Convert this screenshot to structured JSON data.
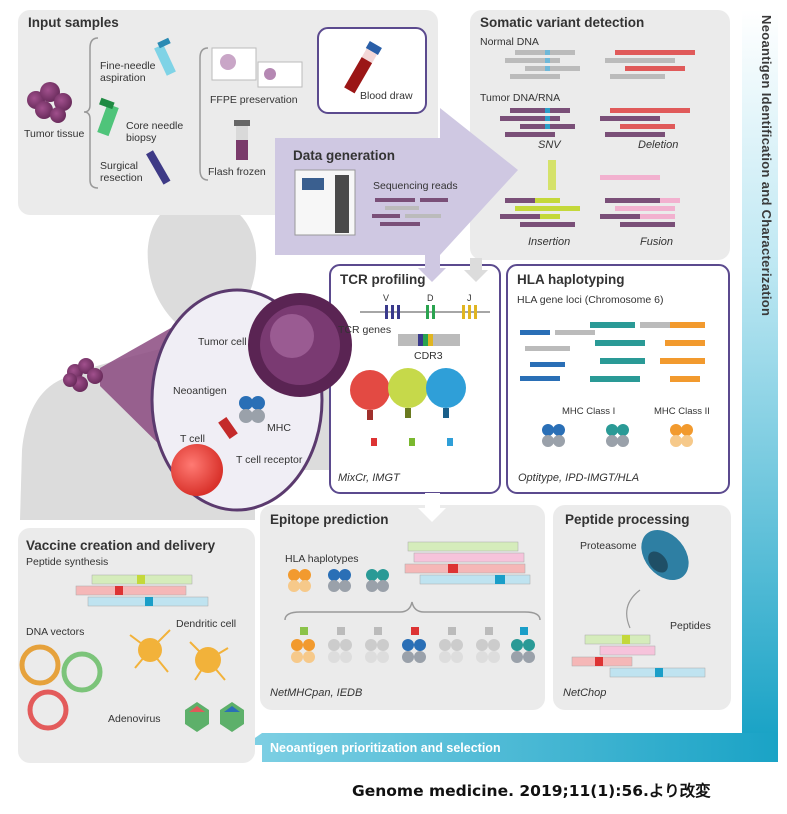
{
  "side_title": "Neoantigen Identification and Characterization",
  "bottom_arrow_label": "Neoantigen prioritization and selection",
  "footer": "Genome medicine. 2019;11(1):56.より改変",
  "input_samples": {
    "title": "Input samples",
    "tumor_tissue": "Tumor tissue",
    "fine_needle": "Fine-needle aspiration",
    "core_needle": "Core needle biopsy",
    "surgical": "Surgical resection",
    "ffpe": "FFPE preservation",
    "flash_frozen": "Flash frozen",
    "blood_draw": "Blood draw"
  },
  "data_generation": {
    "title": "Data generation",
    "sequencing_reads": "Sequencing reads"
  },
  "somatic": {
    "title": "Somatic variant detection",
    "normal_dna": "Normal DNA",
    "tumor_dna": "Tumor DNA/RNA",
    "snv": "SNV",
    "deletion": "Deletion",
    "insertion": "Insertion",
    "fusion": "Fusion"
  },
  "tcr": {
    "title": "TCR profiling",
    "v": "V",
    "d": "D",
    "j": "J",
    "tcr_genes": "TCR genes",
    "cdr3": "CDR3",
    "tools": "MixCr, IMGT"
  },
  "hla": {
    "title": "HLA haplotyping",
    "loci": "HLA gene loci (Chromosome 6)",
    "class1": "MHC Class I",
    "class2": "MHC Class II",
    "tools": "Optitype, IPD-IMGT/HLA"
  },
  "body_cell": {
    "tumor_cell": "Tumor cell",
    "neoantigen": "Neoantigen",
    "mhc": "MHC",
    "t_cell": "T cell",
    "tcr": "T cell receptor"
  },
  "epitope": {
    "title": "Epitope prediction",
    "haplotypes": "HLA haplotypes",
    "tools": "NetMHCpan, IEDB"
  },
  "peptide": {
    "title": "Peptide processing",
    "proteasome": "Proteasome",
    "peptides": "Peptides",
    "tools": "NetChop"
  },
  "vaccine": {
    "title": "Vaccine creation and delivery",
    "peptide_synthesis": "Peptide synthesis",
    "dna_vectors": "DNA vectors",
    "dendritic": "Dendritic cell",
    "adenovirus": "Adenovirus"
  },
  "colors": {
    "panel": "#ebebeb",
    "frame": "#5b4a8e",
    "arrow_cyan": "#1ea6c8",
    "tumor": "#7a3b6b"
  }
}
